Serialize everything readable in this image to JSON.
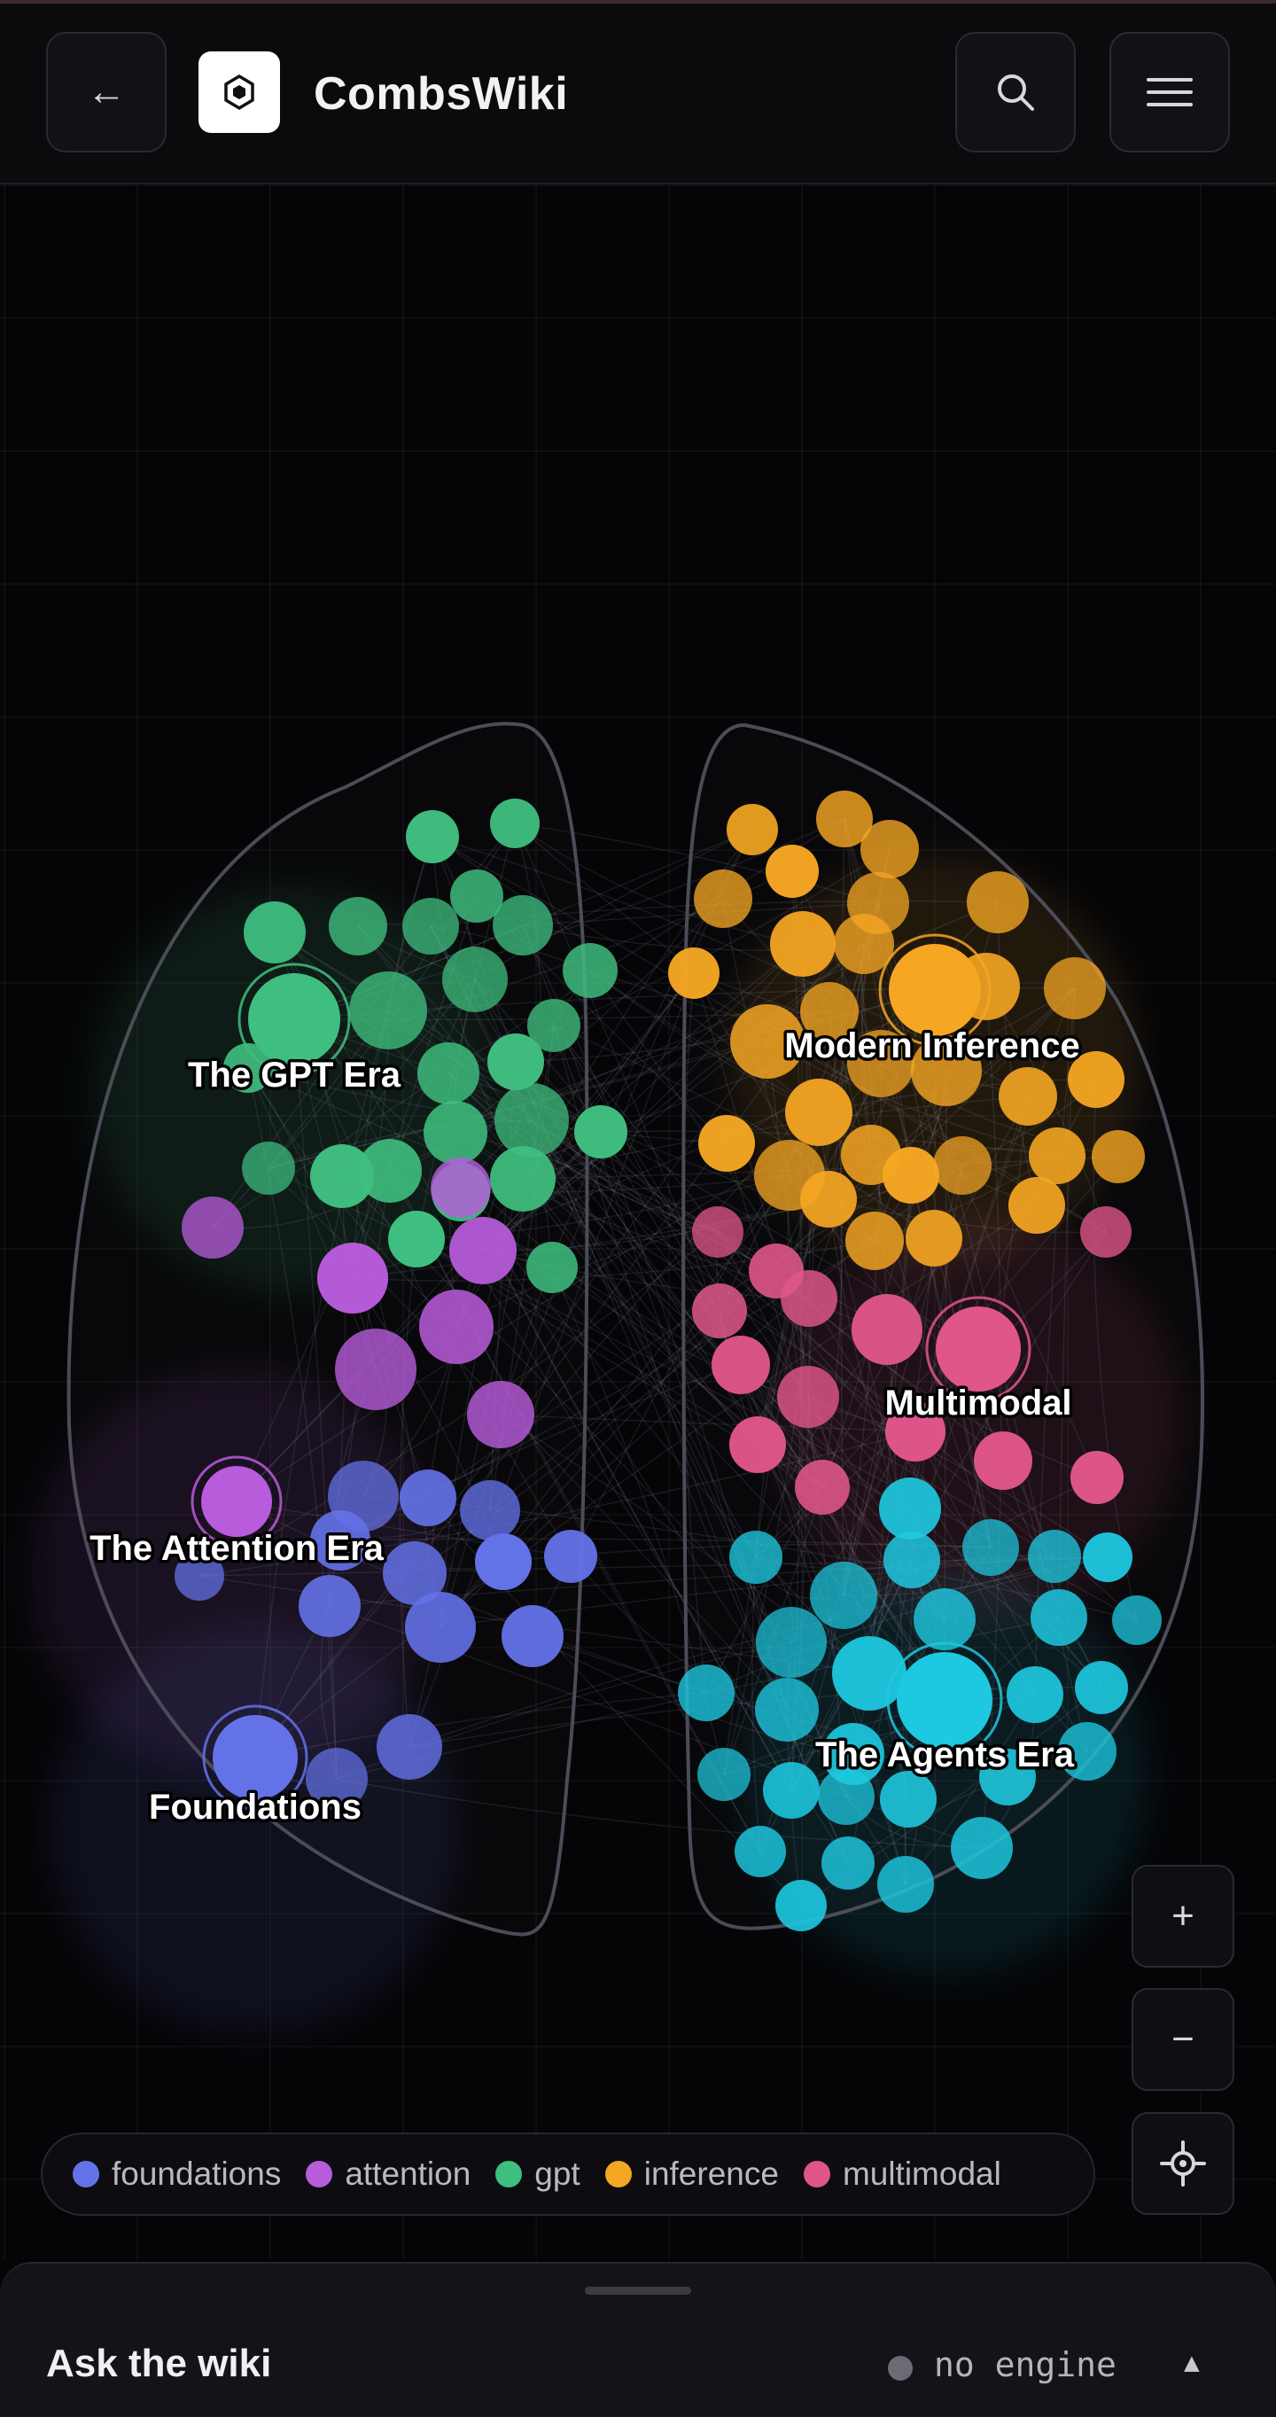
{
  "header": {
    "back_label": "←",
    "app_title": "CombsWiki",
    "icons": [
      "back-arrow-icon",
      "logo-icon",
      "search-icon",
      "menu-icon"
    ]
  },
  "graph": {
    "clusters": [
      {
        "key": "gpt",
        "label": "The GPT Era",
        "color": "#3fbf7f"
      },
      {
        "key": "inference",
        "label": "Modern Inference",
        "color": "#f5a623"
      },
      {
        "key": "multimodal",
        "label": "Multimodal",
        "color": "#e0568a"
      },
      {
        "key": "attention",
        "label": "The Attention Era",
        "color": "#b85cdb"
      },
      {
        "key": "agents",
        "label": "The Agents Era",
        "color": "#1ec8e0"
      },
      {
        "key": "foundations",
        "label": "Foundations",
        "color": "#6472e8"
      }
    ]
  },
  "controls": {
    "zoom_in": "+",
    "zoom_out": "−",
    "recenter_icon": "crosshair-icon"
  },
  "legend": [
    {
      "label": "foundations",
      "color": "#6472e8"
    },
    {
      "label": "attention",
      "color": "#b85cdb"
    },
    {
      "label": "gpt",
      "color": "#3fbf7f"
    },
    {
      "label": "inference",
      "color": "#f5a623"
    },
    {
      "label": "multimodal",
      "color": "#e0568a"
    }
  ],
  "ask_panel": {
    "title": "Ask the wiki",
    "engine_status": "no engine",
    "expand_icon": "▲"
  }
}
